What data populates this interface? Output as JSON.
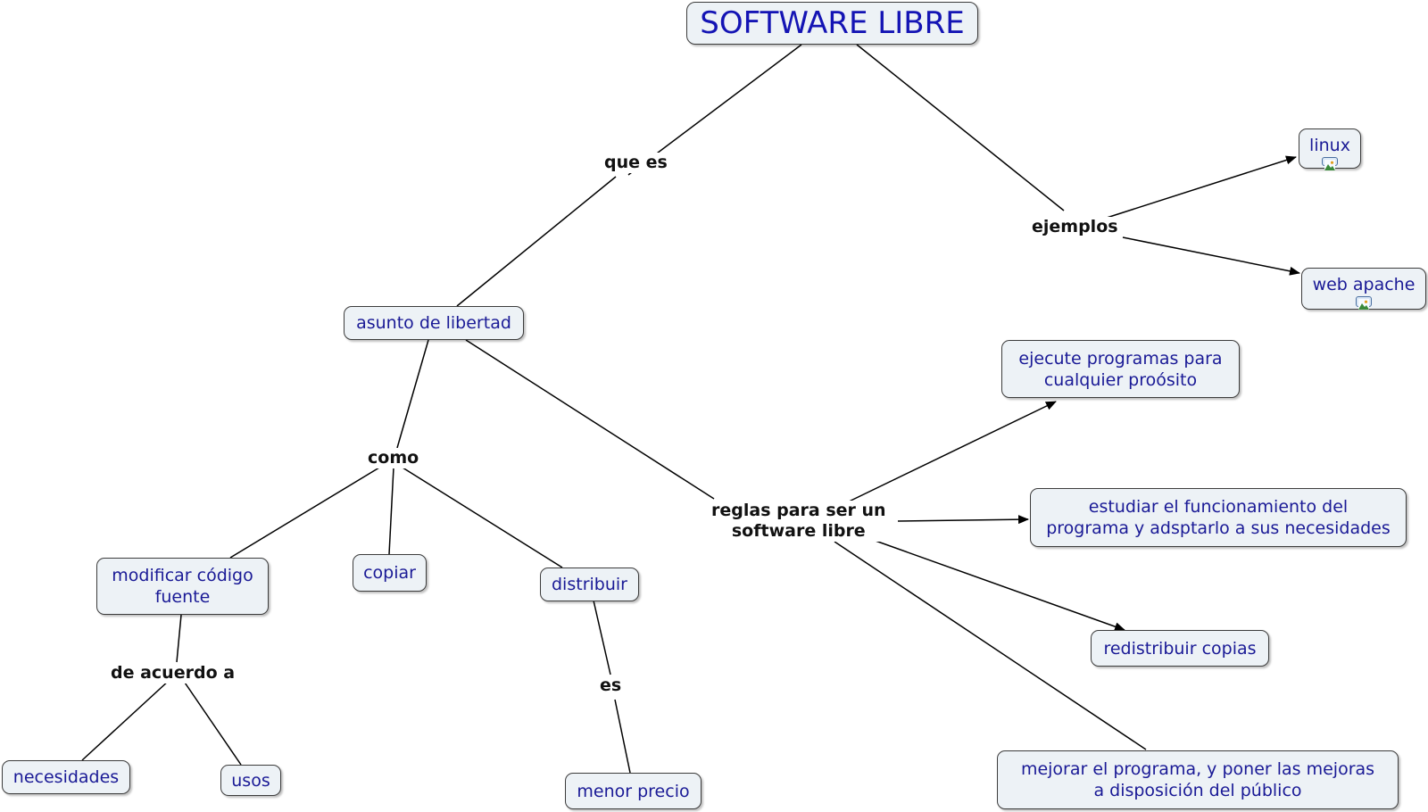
{
  "title": "SOFTWARE LIBRE",
  "concepts": {
    "asunto": "asunto de libertad",
    "linux": "linux",
    "apache": "web apache",
    "ejecute": "ejecute programas para\ncualquier proósito",
    "estudiar": "estudiar el funcionamiento del\nprograma y adsptarlo a sus necesidades",
    "redistribuir": "redistribuir copias",
    "mejorar": "mejorar el programa, y poner las mejoras\na disposición del público",
    "modificar": "modificar código\nfuente",
    "copiar": "copiar",
    "distribuir": "distribuir",
    "necesidades": "necesidades",
    "usos": "usos",
    "precio": "menor precio"
  },
  "linking_phrases": {
    "que_es": "que es",
    "ejemplos": "ejemplos",
    "como": "como",
    "reglas": "reglas para ser un\nsoftware libre",
    "de_acuerdo": "de acuerdo a",
    "es": "es"
  },
  "icons": {
    "linux": "image-icon",
    "apache": "image-icon"
  },
  "colors": {
    "concept_text": "#1a1a96",
    "concept_fill": "#edf2f6",
    "link_text": "#111111",
    "edge": "#000000"
  }
}
